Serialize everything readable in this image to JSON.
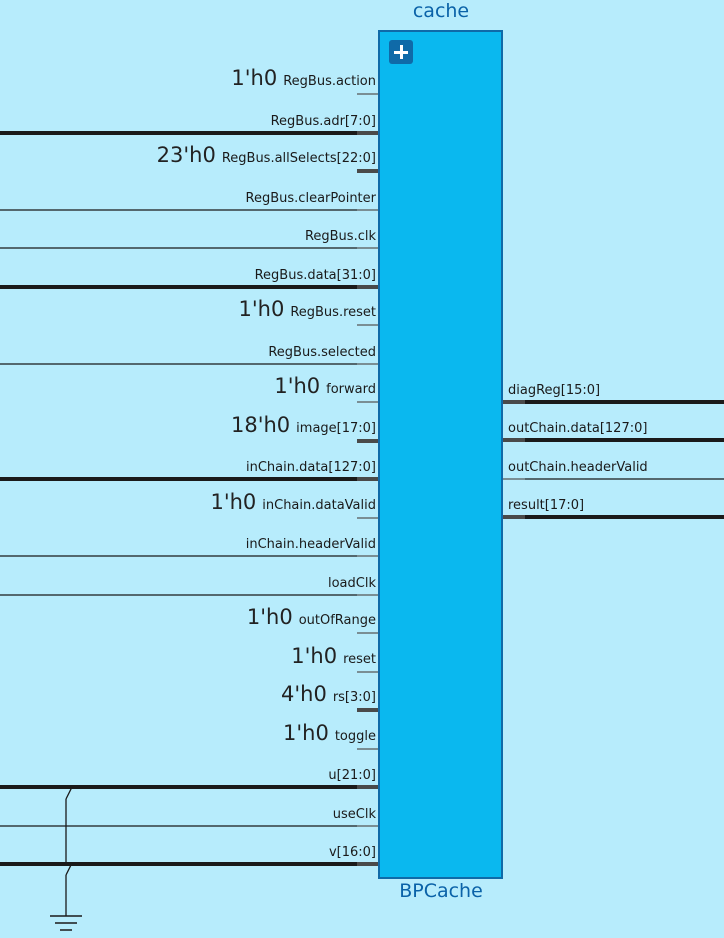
{
  "instance": {
    "name": "cache",
    "module": "BPCache"
  },
  "inputs": [
    {
      "label": "RegBus.action",
      "const": "1'h0",
      "bus": false,
      "wire": false
    },
    {
      "label": "RegBus.adr[7:0]",
      "const": null,
      "bus": true,
      "wire": true
    },
    {
      "label": "RegBus.allSelects[22:0]",
      "const": "23'h0",
      "bus": true,
      "wire": false
    },
    {
      "label": "RegBus.clearPointer",
      "const": null,
      "bus": false,
      "wire": true
    },
    {
      "label": "RegBus.clk",
      "const": null,
      "bus": false,
      "wire": true
    },
    {
      "label": "RegBus.data[31:0]",
      "const": null,
      "bus": true,
      "wire": true
    },
    {
      "label": "RegBus.reset",
      "const": "1'h0",
      "bus": false,
      "wire": false
    },
    {
      "label": "RegBus.selected",
      "const": null,
      "bus": false,
      "wire": true
    },
    {
      "label": "forward",
      "const": "1'h0",
      "bus": false,
      "wire": false
    },
    {
      "label": "image[17:0]",
      "const": "18'h0",
      "bus": true,
      "wire": false
    },
    {
      "label": "inChain.data[127:0]",
      "const": null,
      "bus": true,
      "wire": true
    },
    {
      "label": "inChain.dataValid",
      "const": "1'h0",
      "bus": false,
      "wire": false
    },
    {
      "label": "inChain.headerValid",
      "const": null,
      "bus": false,
      "wire": true
    },
    {
      "label": "loadClk",
      "const": null,
      "bus": false,
      "wire": true
    },
    {
      "label": "outOfRange",
      "const": "1'h0",
      "bus": false,
      "wire": false
    },
    {
      "label": "reset",
      "const": "1'h0",
      "bus": false,
      "wire": false
    },
    {
      "label": "rs[3:0]",
      "const": "4'h0",
      "bus": true,
      "wire": false
    },
    {
      "label": "toggle",
      "const": "1'h0",
      "bus": false,
      "wire": false
    },
    {
      "label": "u[21:0]",
      "const": null,
      "bus": true,
      "wire": true
    },
    {
      "label": "useClk",
      "const": null,
      "bus": false,
      "wire": true
    },
    {
      "label": "v[16:0]",
      "const": null,
      "bus": true,
      "wire": true
    }
  ],
  "outputs": [
    {
      "label": "diagReg[15:0]",
      "bus": true
    },
    {
      "label": "outChain.data[127:0]",
      "bus": true
    },
    {
      "label": "outChain.headerValid",
      "bus": false
    },
    {
      "label": "result[17:0]",
      "bus": true
    }
  ],
  "colors": {
    "background": "#b7ecfc",
    "block_fill": "#0ab8ef",
    "block_border": "#0f6aa8",
    "wire": "#1a1a1a",
    "stub_bus": "#4a4a4a",
    "stub_bit": "#555555",
    "title": "#0a62a8"
  }
}
